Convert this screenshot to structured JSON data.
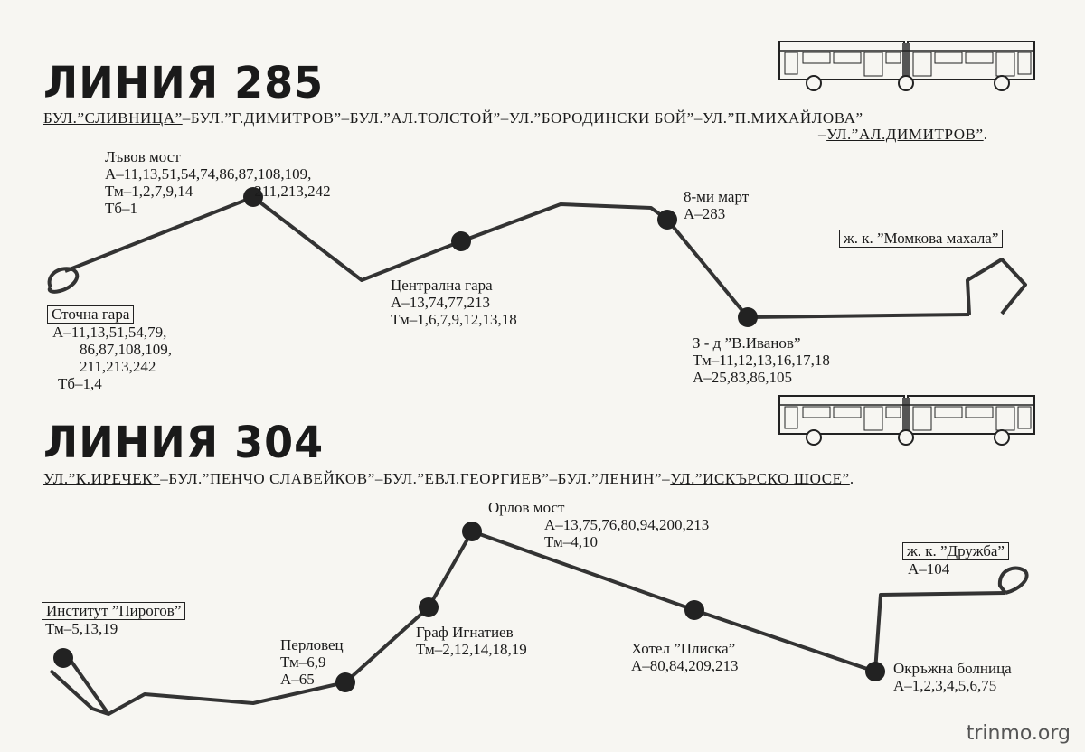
{
  "line285": {
    "title": "ЛИНИЯ 285",
    "streets_line1": [
      {
        "text": "БУЛ.”СЛИВНИЦА”",
        "underline": true
      },
      {
        "text": "–БУЛ.”Г.ДИМИТРОВ”–БУЛ.”АЛ.ТОЛСТОЙ”–УЛ.”БОРОДИНСКИ БОЙ”–УЛ.”П.МИХАЙЛОВА”",
        "underline": false
      }
    ],
    "streets_line2_prefix": "–",
    "streets_line2_underlined": "УЛ.”АЛ.ДИМИТРОВ”",
    "streets_line2_suffix": ".",
    "stops": {
      "lvov_most": {
        "name": "Лъвов мост",
        "l1": "А–11,13,51,54,74,86,87,108,109,",
        "l2a": "Тм–1,2,7,9,14",
        "l2b": "211,213,242",
        "l3": "Тб–1"
      },
      "stochna_gara": {
        "name": "Сточна гара",
        "l1": "А–11,13,51,54,79,",
        "l2": "86,87,108,109,",
        "l3": "211,213,242",
        "l4": "Тб–1,4"
      },
      "centralna_gara": {
        "name": "Централна гара",
        "l1": "А–13,74,77,213",
        "l2": "Тм–1,6,7,9,12,13,18"
      },
      "osmi_mart": {
        "name": "8-ми март",
        "l1": "А–283"
      },
      "zd_ivanov": {
        "name": "З - д ”В.Иванов”",
        "l1": "Тм–11,12,13,16,17,18",
        "l2": "А–25,83,86,105"
      },
      "momkova": {
        "name": "ж. к. ”Момкова махала”"
      }
    }
  },
  "line304": {
    "title": "ЛИНИЯ 304",
    "streets": [
      {
        "text": "УЛ.”К.ИРЕЧЕК”",
        "underline": true
      },
      {
        "text": "–БУЛ.”ПЕНЧО СЛАВЕЙКОВ”–БУЛ.”ЕВЛ.ГЕОРГИЕВ”–БУЛ.”ЛЕНИН”–",
        "underline": false
      },
      {
        "text": "УЛ.”ИСКЪРСКО ШОСЕ”",
        "underline": true
      },
      {
        "text": ".",
        "underline": false
      }
    ],
    "stops": {
      "pirogov": {
        "name": "Институт ”Пирогов”",
        "l1": "Тм–5,13,19"
      },
      "perlovec": {
        "name": "Перловец",
        "l1": "Тм–6,9",
        "l2": "А–65"
      },
      "graf": {
        "name": "Граф Игнатиев",
        "l1": "Тм–2,12,14,18,19"
      },
      "orlov": {
        "name": "Орлов мост",
        "l1": "А–13,75,76,80,94,200,213",
        "l2": "Тм–4,10"
      },
      "pliska": {
        "name": "Хотел ”Плиска”",
        "l1": "А–80,84,209,213"
      },
      "druzhba": {
        "name": "ж. к. ”Дружба”",
        "l1": "А–104"
      },
      "okrazhna": {
        "name": "Окръжна болница",
        "l1": "А–1,2,3,4,5,6,75"
      }
    }
  },
  "watermark": "trinmo.org",
  "colors": {
    "paper": "#f7f6f2",
    "ink": "#1a1a1a",
    "route": "#333333"
  }
}
